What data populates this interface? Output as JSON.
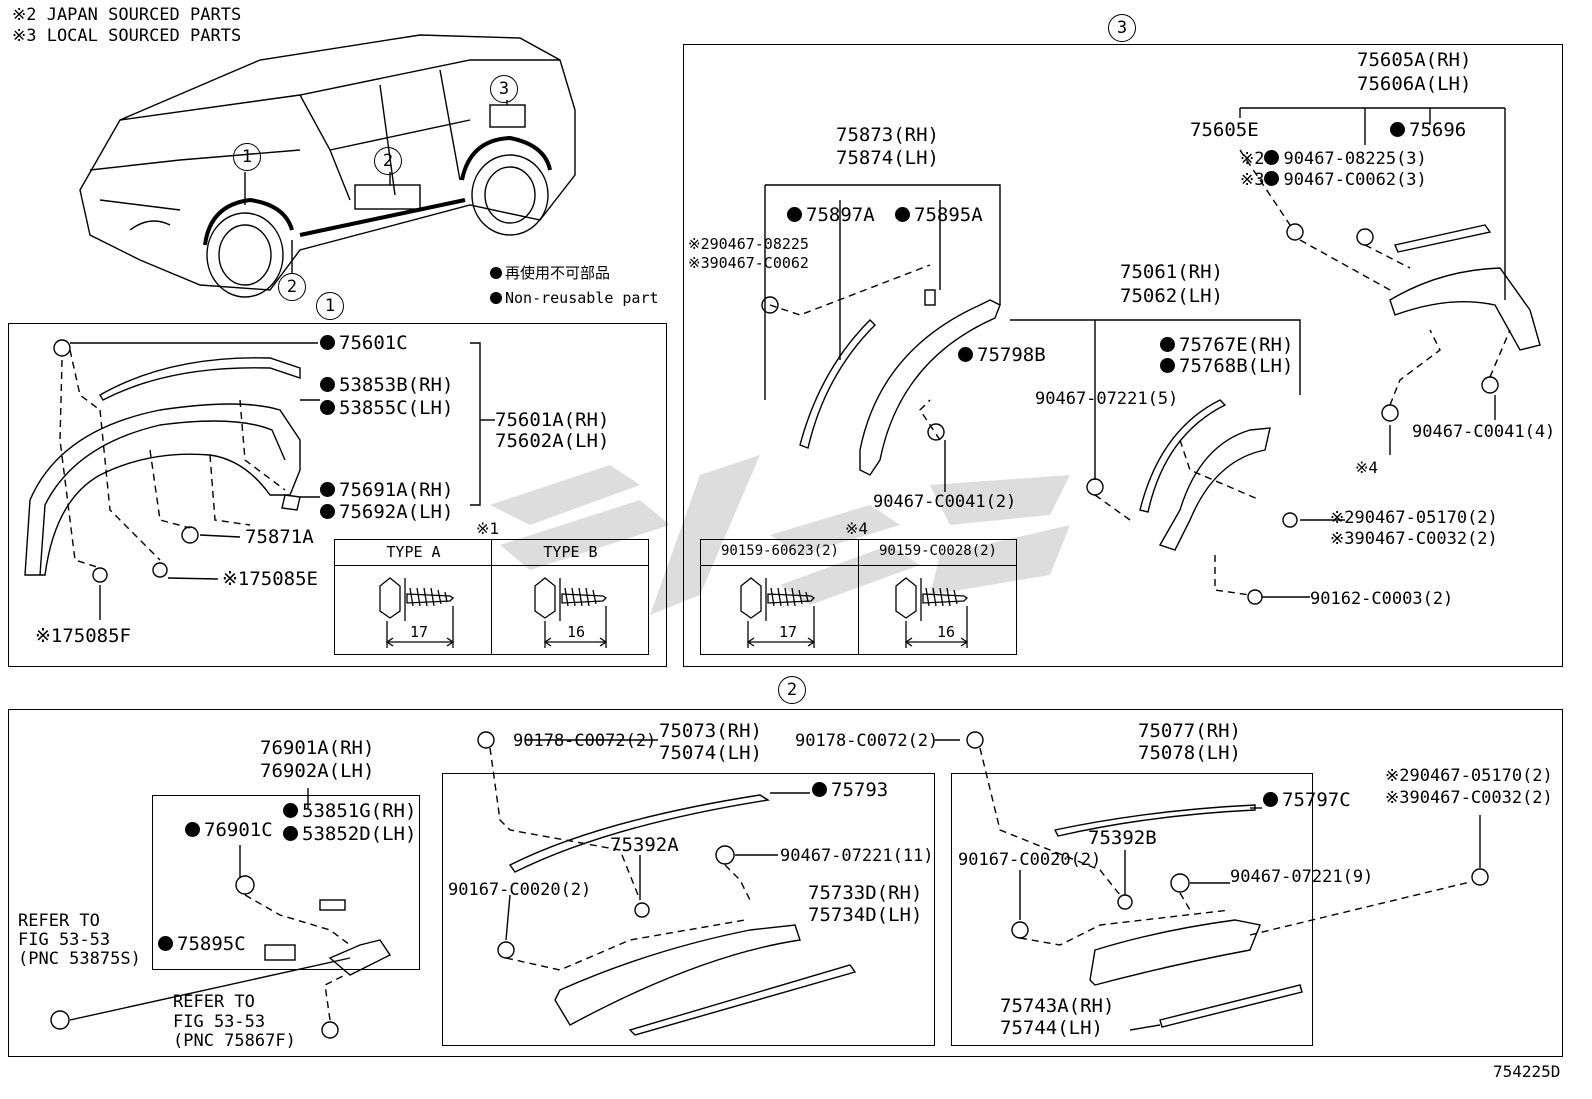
{
  "header": {
    "note_japan": "※2 JAPAN SOURCED PARTS",
    "note_local": "※3 LOCAL SOURCED PARTS"
  },
  "legend": {
    "non_reusable_jp": "再使用不可部品",
    "non_reusable_en": "Non-reusable part"
  },
  "callouts": {
    "c1": "1",
    "c2": "2",
    "c3": "3"
  },
  "section1": {
    "p75601C": "75601C",
    "p53853B": "53853B(RH)",
    "p53855C": "53855C(LH)",
    "p75601A": "75601A(RH)",
    "p75602A": "75602A(LH)",
    "p75691A": "75691A(RH)",
    "p75692A": "75692A(LH)",
    "p75871A": "75871A",
    "p75085E": "※175085E",
    "p75085F": "※175085F",
    "note1": "※1",
    "table": {
      "type_a": "TYPE A",
      "type_b": "TYPE B",
      "len_a": "17",
      "len_b": "16"
    }
  },
  "section3": {
    "p75605A": "75605A(RH)",
    "p75606A": "75606A(LH)",
    "p75605E": "75605E",
    "p75696": "75696",
    "p90467_08225_3": "90467-08225(3)",
    "p90467_C0062_3": "90467-C0062(3)",
    "mark2": "※2",
    "mark3": "※3",
    "p75873": "75873(RH)",
    "p75874": "75874(LH)",
    "p75897A": "75897A",
    "p75895A": "75895A",
    "p90467_08225": "※290467-08225",
    "p90467_C0062": "※390467-C0062",
    "p75798B": "75798B",
    "p75061": "75061(RH)",
    "p75062": "75062(LH)",
    "p75767E": "75767E(RH)",
    "p75768B": "75768B(LH)",
    "p90467_07221_5": "90467-07221(5)",
    "p90467_C0041_2": "90467-C0041(2)",
    "p90467_C0041_4": "90467-C0041(4)",
    "mark4": "※4",
    "p90467_05170_2": "※290467-05170(2)",
    "p90467_C0032_2": "※390467-C0032(2)",
    "p90162_C0003_2": "90162-C0003(2)",
    "table": {
      "col_a": "90159-60623(2)",
      "col_b": "90159-C0028(2)",
      "len_a": "17",
      "len_b": "16"
    }
  },
  "section2": {
    "p76901A": "76901A(RH)",
    "p76902A": "76902A(LH)",
    "p53851G": "53851G(RH)",
    "p53852D": "53852D(LH)",
    "p76901C": "76901C",
    "p75895C": "75895C",
    "refer1_l1": "REFER TO",
    "refer1_l2": "FIG 53-53",
    "refer1_l3": "(PNC 53875S)",
    "refer2_l1": "REFER TO",
    "refer2_l2": "FIG 53-53",
    "refer2_l3": "(PNC 75867F)",
    "p90178_a": "90178-C0072(2)",
    "p75073": "75073(RH)",
    "p75074": "75074(LH)",
    "p75793": "75793",
    "p75392A": "75392A",
    "p90467_07221_11": "90467-07221(11)",
    "p90167_a": "90167-C0020(2)",
    "p75733D": "75733D(RH)",
    "p75734D": "75734D(LH)",
    "p90178_b": "90178-C0072(2)",
    "p75077": "75077(RH)",
    "p75078": "75078(LH)",
    "p75797C": "75797C",
    "p75392B": "75392B",
    "p90167_b": "90167-C0020(2)",
    "p90467_07221_9": "90467-07221(9)",
    "p75743A": "75743A(RH)",
    "p75744": "75744(LH)",
    "p90467_05170": "※290467-05170(2)",
    "p90467_C0032": "※390467-C0032(2)"
  },
  "footer": {
    "figure_code": "754225D"
  }
}
